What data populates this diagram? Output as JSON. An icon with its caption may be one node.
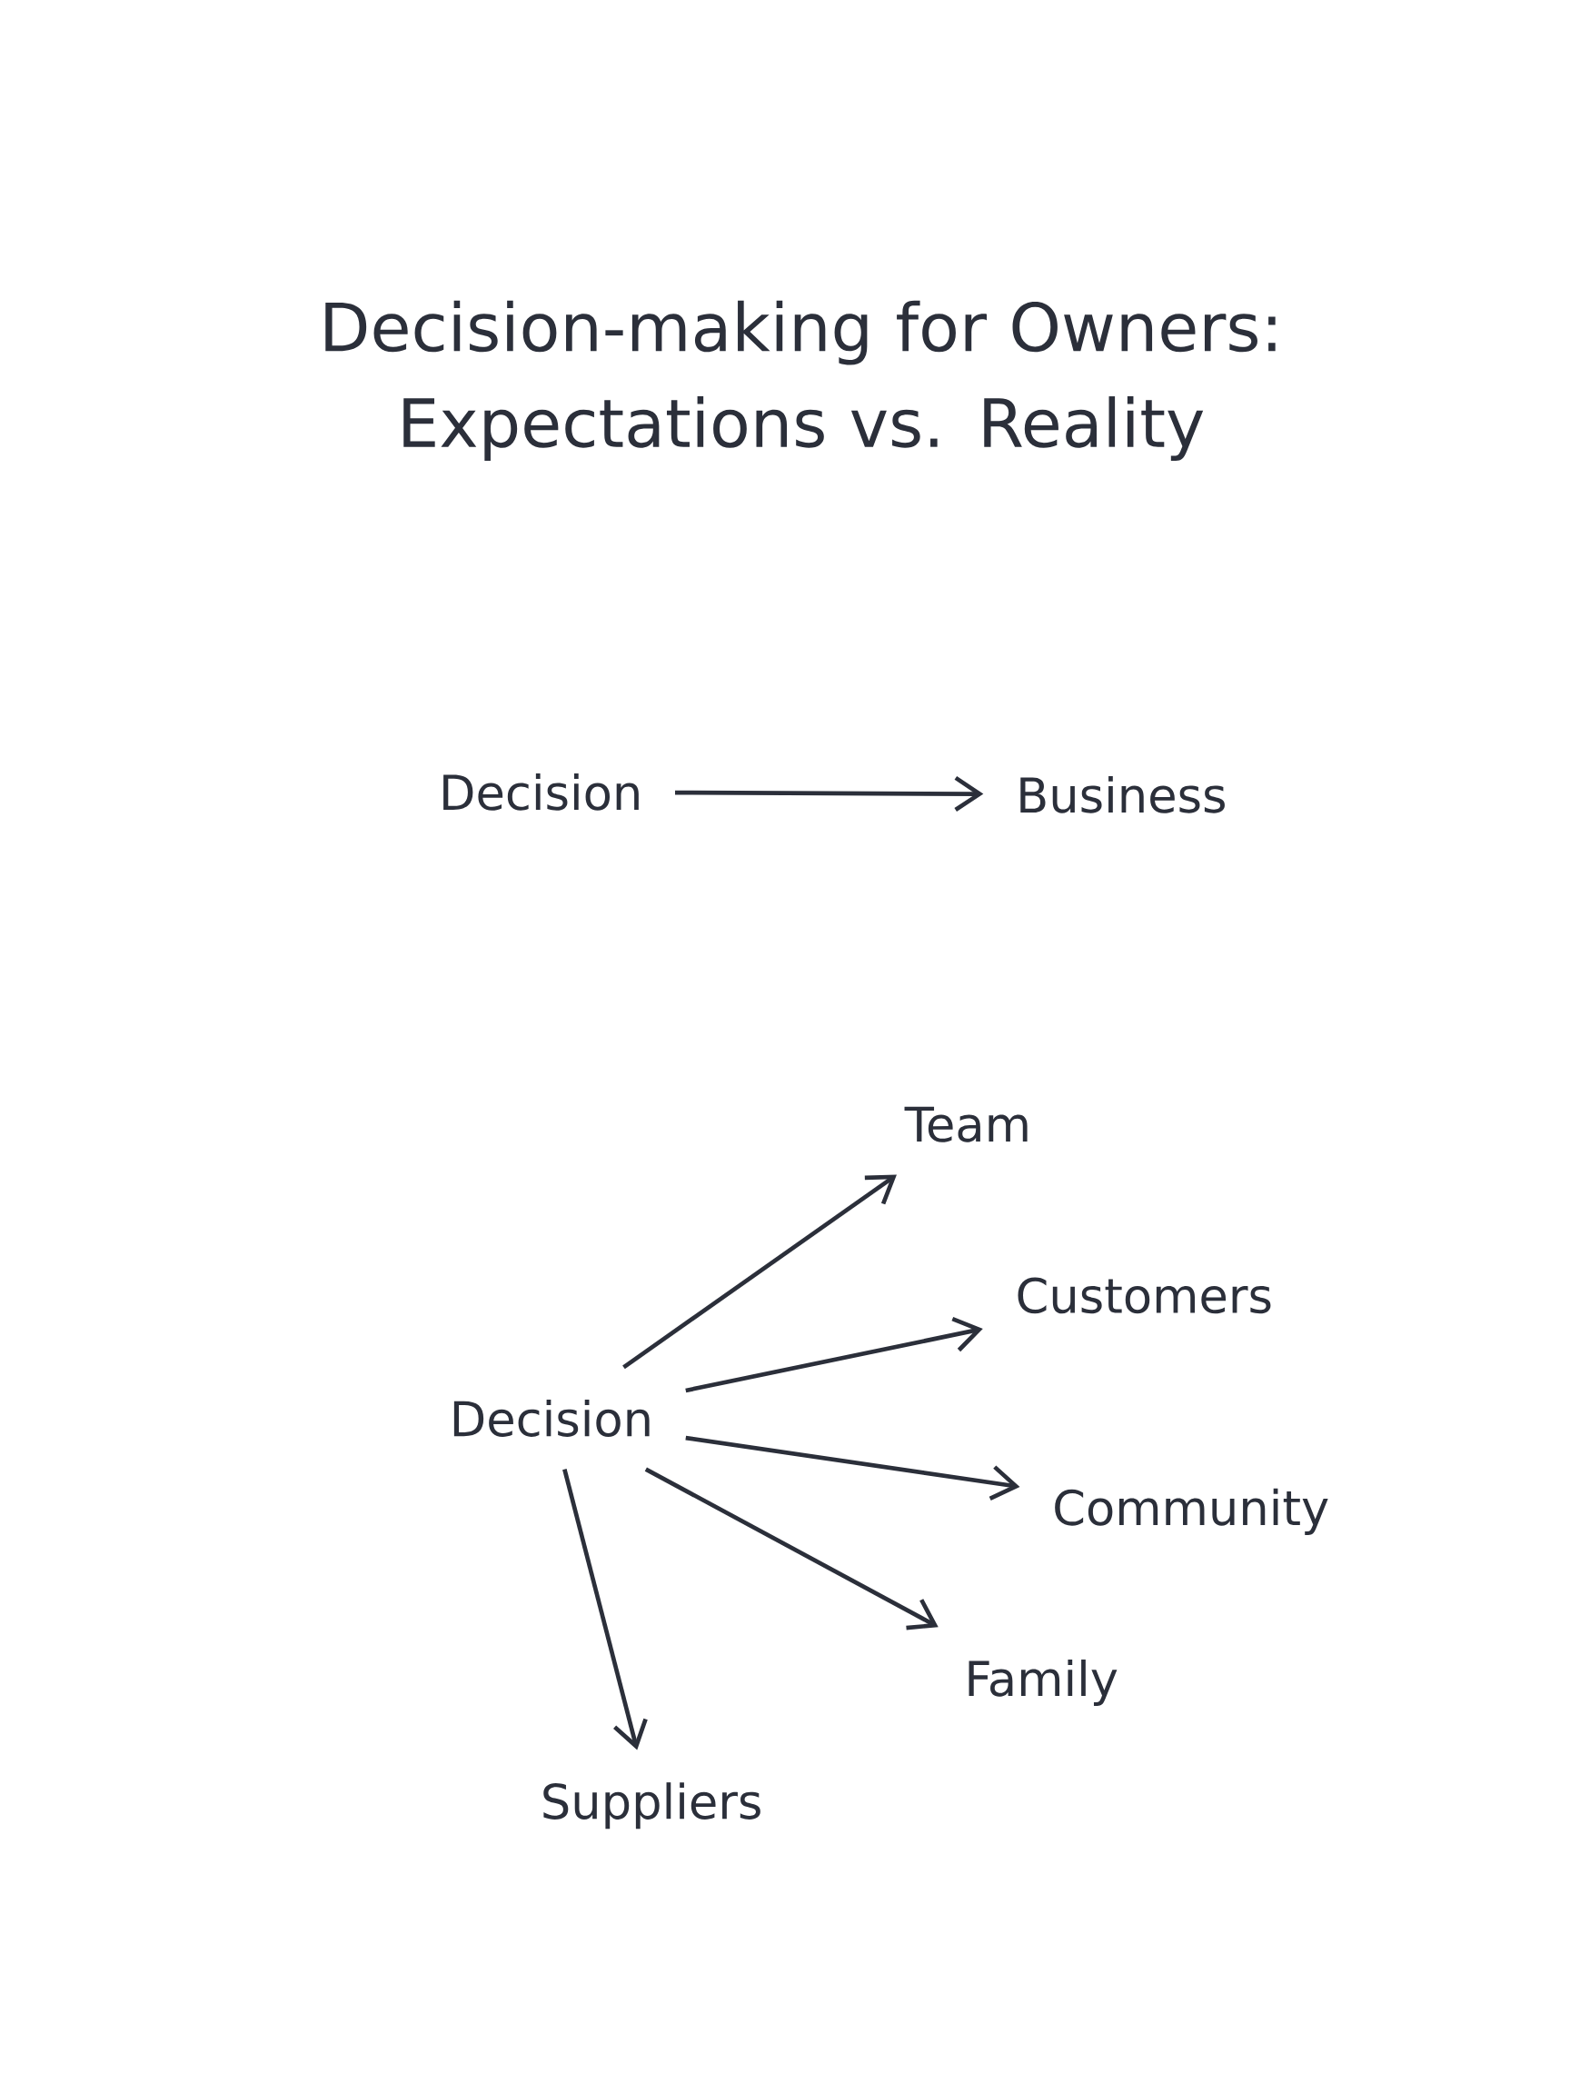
{
  "diagram": {
    "title": "Decision-making for Owners: Expectations vs. Reality",
    "nodes": [
      {
        "text": [
          "Decision"
        ]
      },
      {
        "text": [
          "Business"
        ]
      },
      {
        "text": [
          "Decision"
        ]
      },
      {
        "text": [
          "Team"
        ]
      },
      {
        "text": [
          "Customers"
        ]
      },
      {
        "text": [
          "Community"
        ]
      },
      {
        "text": [
          "Family"
        ]
      },
      {
        "text": [
          "Suppliers"
        ]
      }
    ],
    "edges": [
      {
        "from": 0,
        "to": 1,
        "arrow": "to"
      },
      {
        "from": 2,
        "to": 3,
        "arrow": "to"
      },
      {
        "from": 2,
        "to": 4,
        "arrow": "to"
      },
      {
        "from": 2,
        "to": 5,
        "arrow": "to"
      },
      {
        "from": 2,
        "to": 6,
        "arrow": "to"
      },
      {
        "from": 2,
        "to": 7,
        "arrow": "to"
      }
    ]
  }
}
